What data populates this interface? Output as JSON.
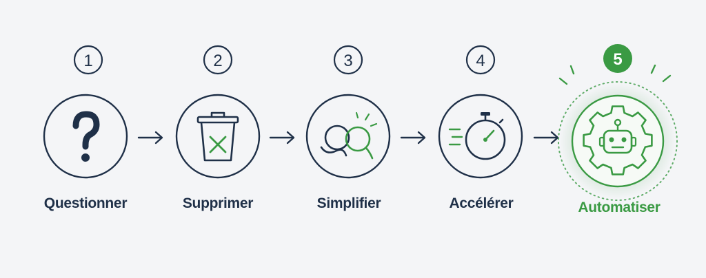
{
  "colors": {
    "navy": "#1f3048",
    "green": "#3a9a43",
    "background": "#f4f5f7"
  },
  "steps": [
    {
      "number": "1",
      "label": "Questionner",
      "icon": "question-mark-icon",
      "active": false
    },
    {
      "number": "2",
      "label": "Supprimer",
      "icon": "trash-bin-x-icon",
      "active": false
    },
    {
      "number": "3",
      "label": "Simplifier",
      "icon": "untangled-knot-icon",
      "active": false
    },
    {
      "number": "4",
      "label": "Accélérer",
      "icon": "stopwatch-speed-icon",
      "active": false
    },
    {
      "number": "5",
      "label": "Automatiser",
      "icon": "robot-gear-icon",
      "active": true
    }
  ],
  "connectors": [
    "arrow-right-icon",
    "arrow-right-icon",
    "arrow-right-icon",
    "arrow-right-icon"
  ]
}
